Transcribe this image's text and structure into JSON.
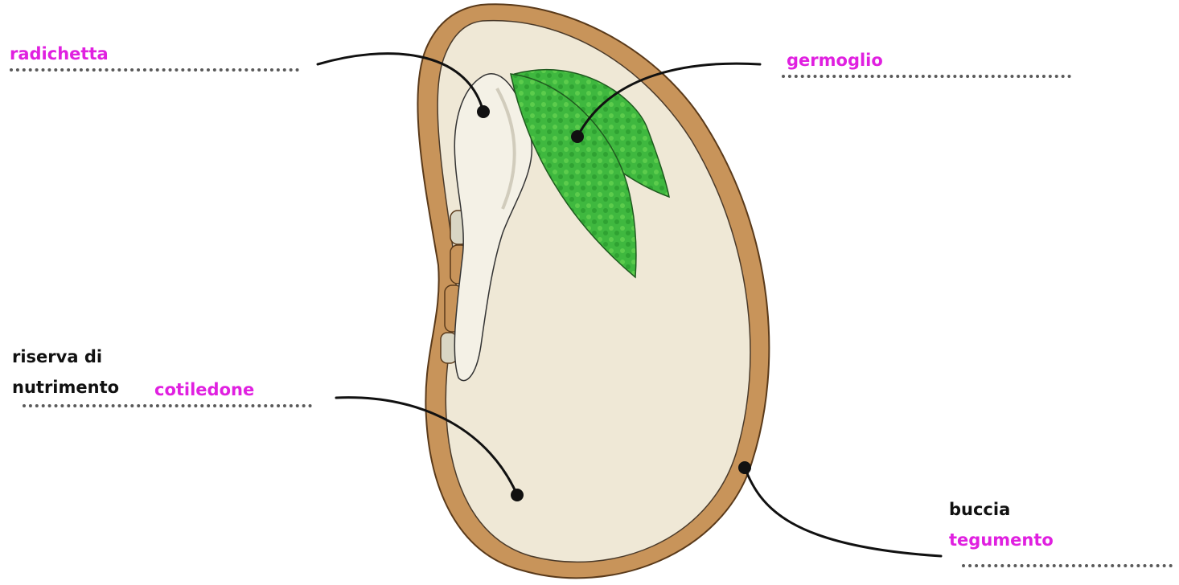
{
  "labels": {
    "radichetta": "radichetta",
    "germoglio": "germoglio",
    "riserva_line1": "riserva di",
    "riserva_line2": "nutrimento",
    "cotiledone": "cotiledone",
    "buccia": "buccia",
    "tegumento": "tegumento"
  },
  "colors": {
    "answer_text": "#e020e0",
    "prompt_text": "#111111",
    "seed_coat": "#c8945a",
    "seed_interior": "#efe8d6",
    "leaf": "#3cb63c"
  }
}
